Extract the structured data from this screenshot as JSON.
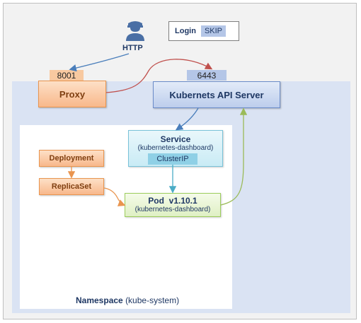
{
  "http": {
    "label": "HTTP"
  },
  "login": {
    "label": "Login",
    "skip": "SKIP"
  },
  "ports": {
    "proxy": "8001",
    "api": "6443"
  },
  "proxy": {
    "label": "Proxy"
  },
  "api_server": {
    "label": "Kubernets API Server"
  },
  "service": {
    "title": "Service",
    "subtitle": "(kubernetes-dashboard)",
    "cluster_ip": "ClusterIP"
  },
  "deployment": {
    "label": "Deployment"
  },
  "replicaset": {
    "label": "ReplicaSet"
  },
  "pod": {
    "title": "Pod",
    "version": "v1.10.1",
    "subtitle": "(kubernetes-dashboard)"
  },
  "namespace": {
    "label": "Namespace",
    "value": "(kube-system)"
  },
  "colors": {
    "cluster_bg": "#dae3f3",
    "proxy_fill": "#f8b88b",
    "api_fill": "#bccdec",
    "service_fill": "#c9ebf5",
    "pod_fill": "#dff0c4",
    "arrow_red": "#c0504d",
    "arrow_blue": "#4a7ebb",
    "arrow_green": "#9bbb59",
    "arrow_orange": "#e9954f"
  }
}
